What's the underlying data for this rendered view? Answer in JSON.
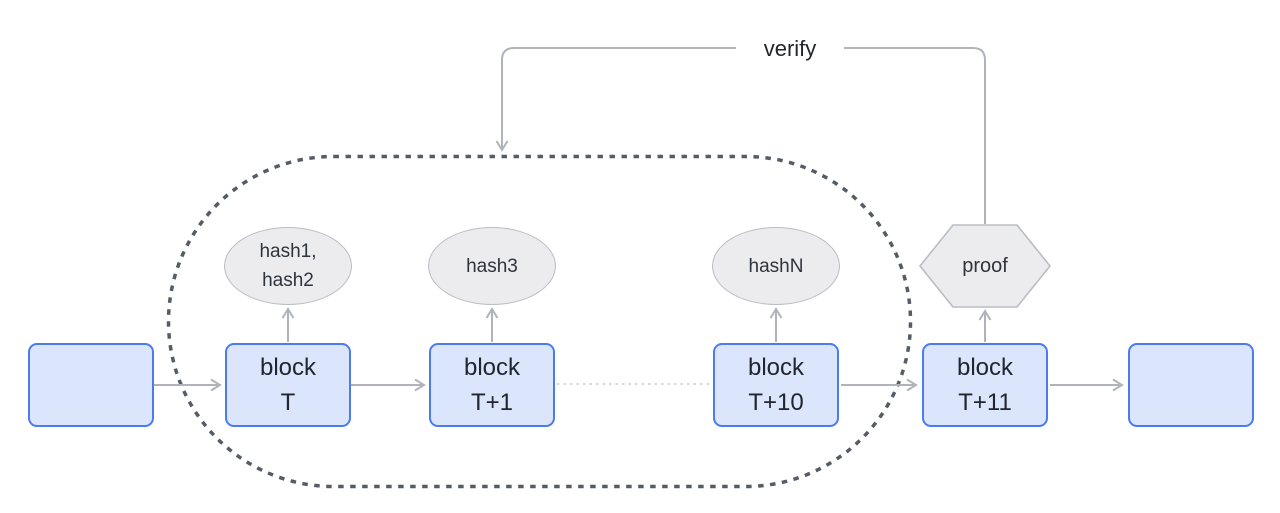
{
  "diagram": {
    "verify_label": "verify",
    "proof_label": "proof",
    "hash_labels": [
      {
        "line1": "hash1,",
        "line2": "hash2"
      },
      {
        "line1": "hash3",
        "line2": ""
      },
      {
        "line1": "hashN",
        "line2": ""
      }
    ],
    "blocks": [
      {
        "name": "block-prev",
        "line1": "",
        "line2": ""
      },
      {
        "name": "block-t",
        "line1": "block",
        "line2": "T"
      },
      {
        "name": "block-t1",
        "line1": "block",
        "line2": "T+1"
      },
      {
        "name": "block-t10",
        "line1": "block",
        "line2": "T+10"
      },
      {
        "name": "block-t11",
        "line1": "block",
        "line2": "T+11"
      },
      {
        "name": "block-next",
        "line1": "",
        "line2": ""
      }
    ],
    "colors": {
      "block_fill": "#dbe5fc",
      "block_border": "#4a7cee",
      "neutral_fill": "#ececee",
      "neutral_border": "#b9bdc3",
      "connector": "#b0b4ba",
      "range_dash": "#555c66",
      "text": "#21262e"
    }
  }
}
